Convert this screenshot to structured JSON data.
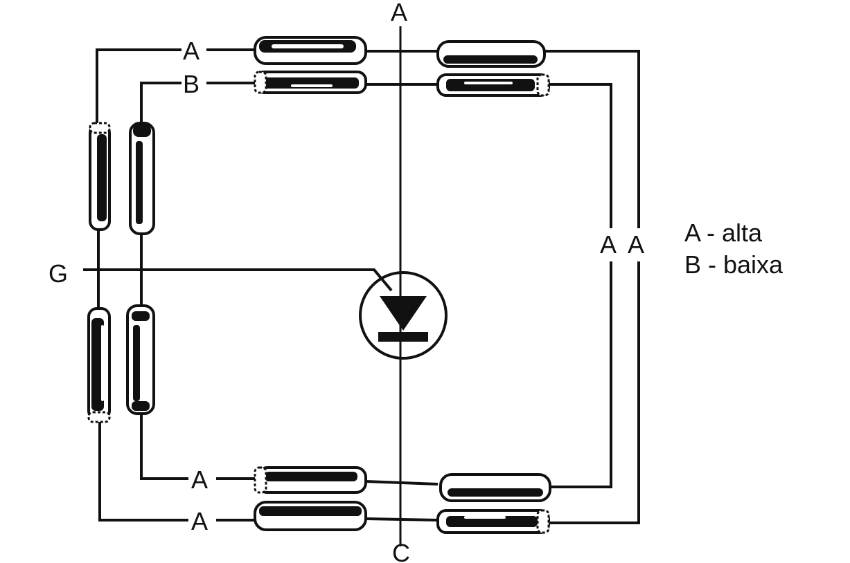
{
  "diagram": {
    "labels": {
      "top": "A",
      "bottom": "C",
      "gate": "G",
      "top_pair_outer": "A",
      "top_pair_inner": "B",
      "bottom_pair_inner": "A",
      "bottom_pair_outer": "A",
      "right_inner": "A",
      "right_outer": "A"
    },
    "legend": [
      {
        "text": "A - alta"
      },
      {
        "text": "B - baixa"
      }
    ],
    "colors": {
      "ink": "#111111",
      "background": "#ffffff"
    }
  }
}
